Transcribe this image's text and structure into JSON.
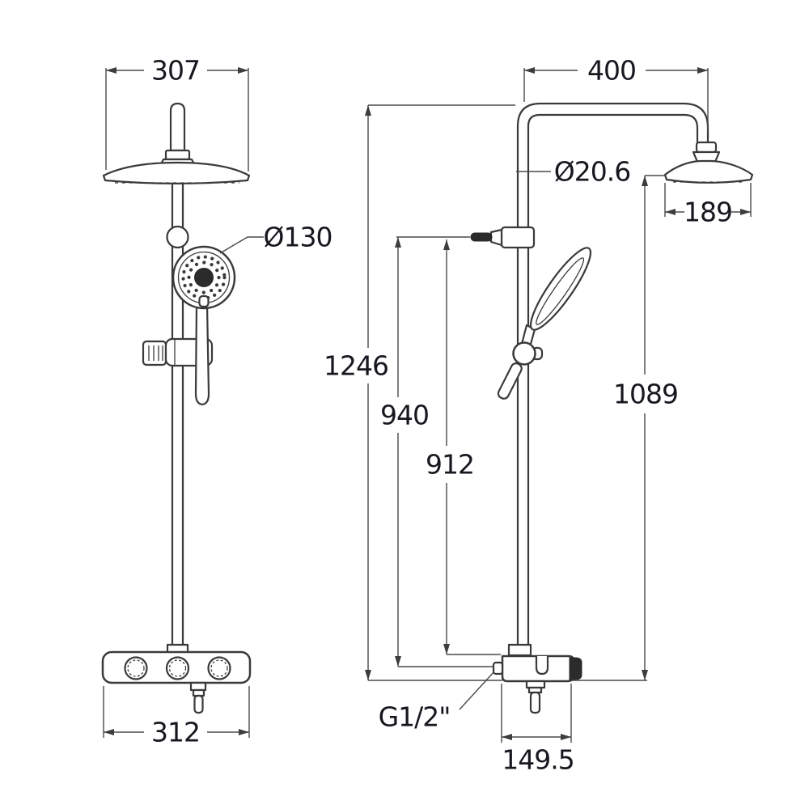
{
  "drawing": {
    "description": "Technical drawing of thermostatic shower column, front and side views",
    "dims": {
      "front_head_width": "307",
      "hand_shower_diameter": "Ø130",
      "front_base_width": "312",
      "arm_reach": "400",
      "pipe_diameter": "Ø20.6",
      "side_head_width": "189",
      "total_height": "1246",
      "diverter_to_valve_center": "940",
      "diverter_to_valve_top": "912",
      "head_to_valve_height": "1089",
      "inlet_thread": "G1/2\"",
      "valve_depth": "149.5"
    }
  }
}
